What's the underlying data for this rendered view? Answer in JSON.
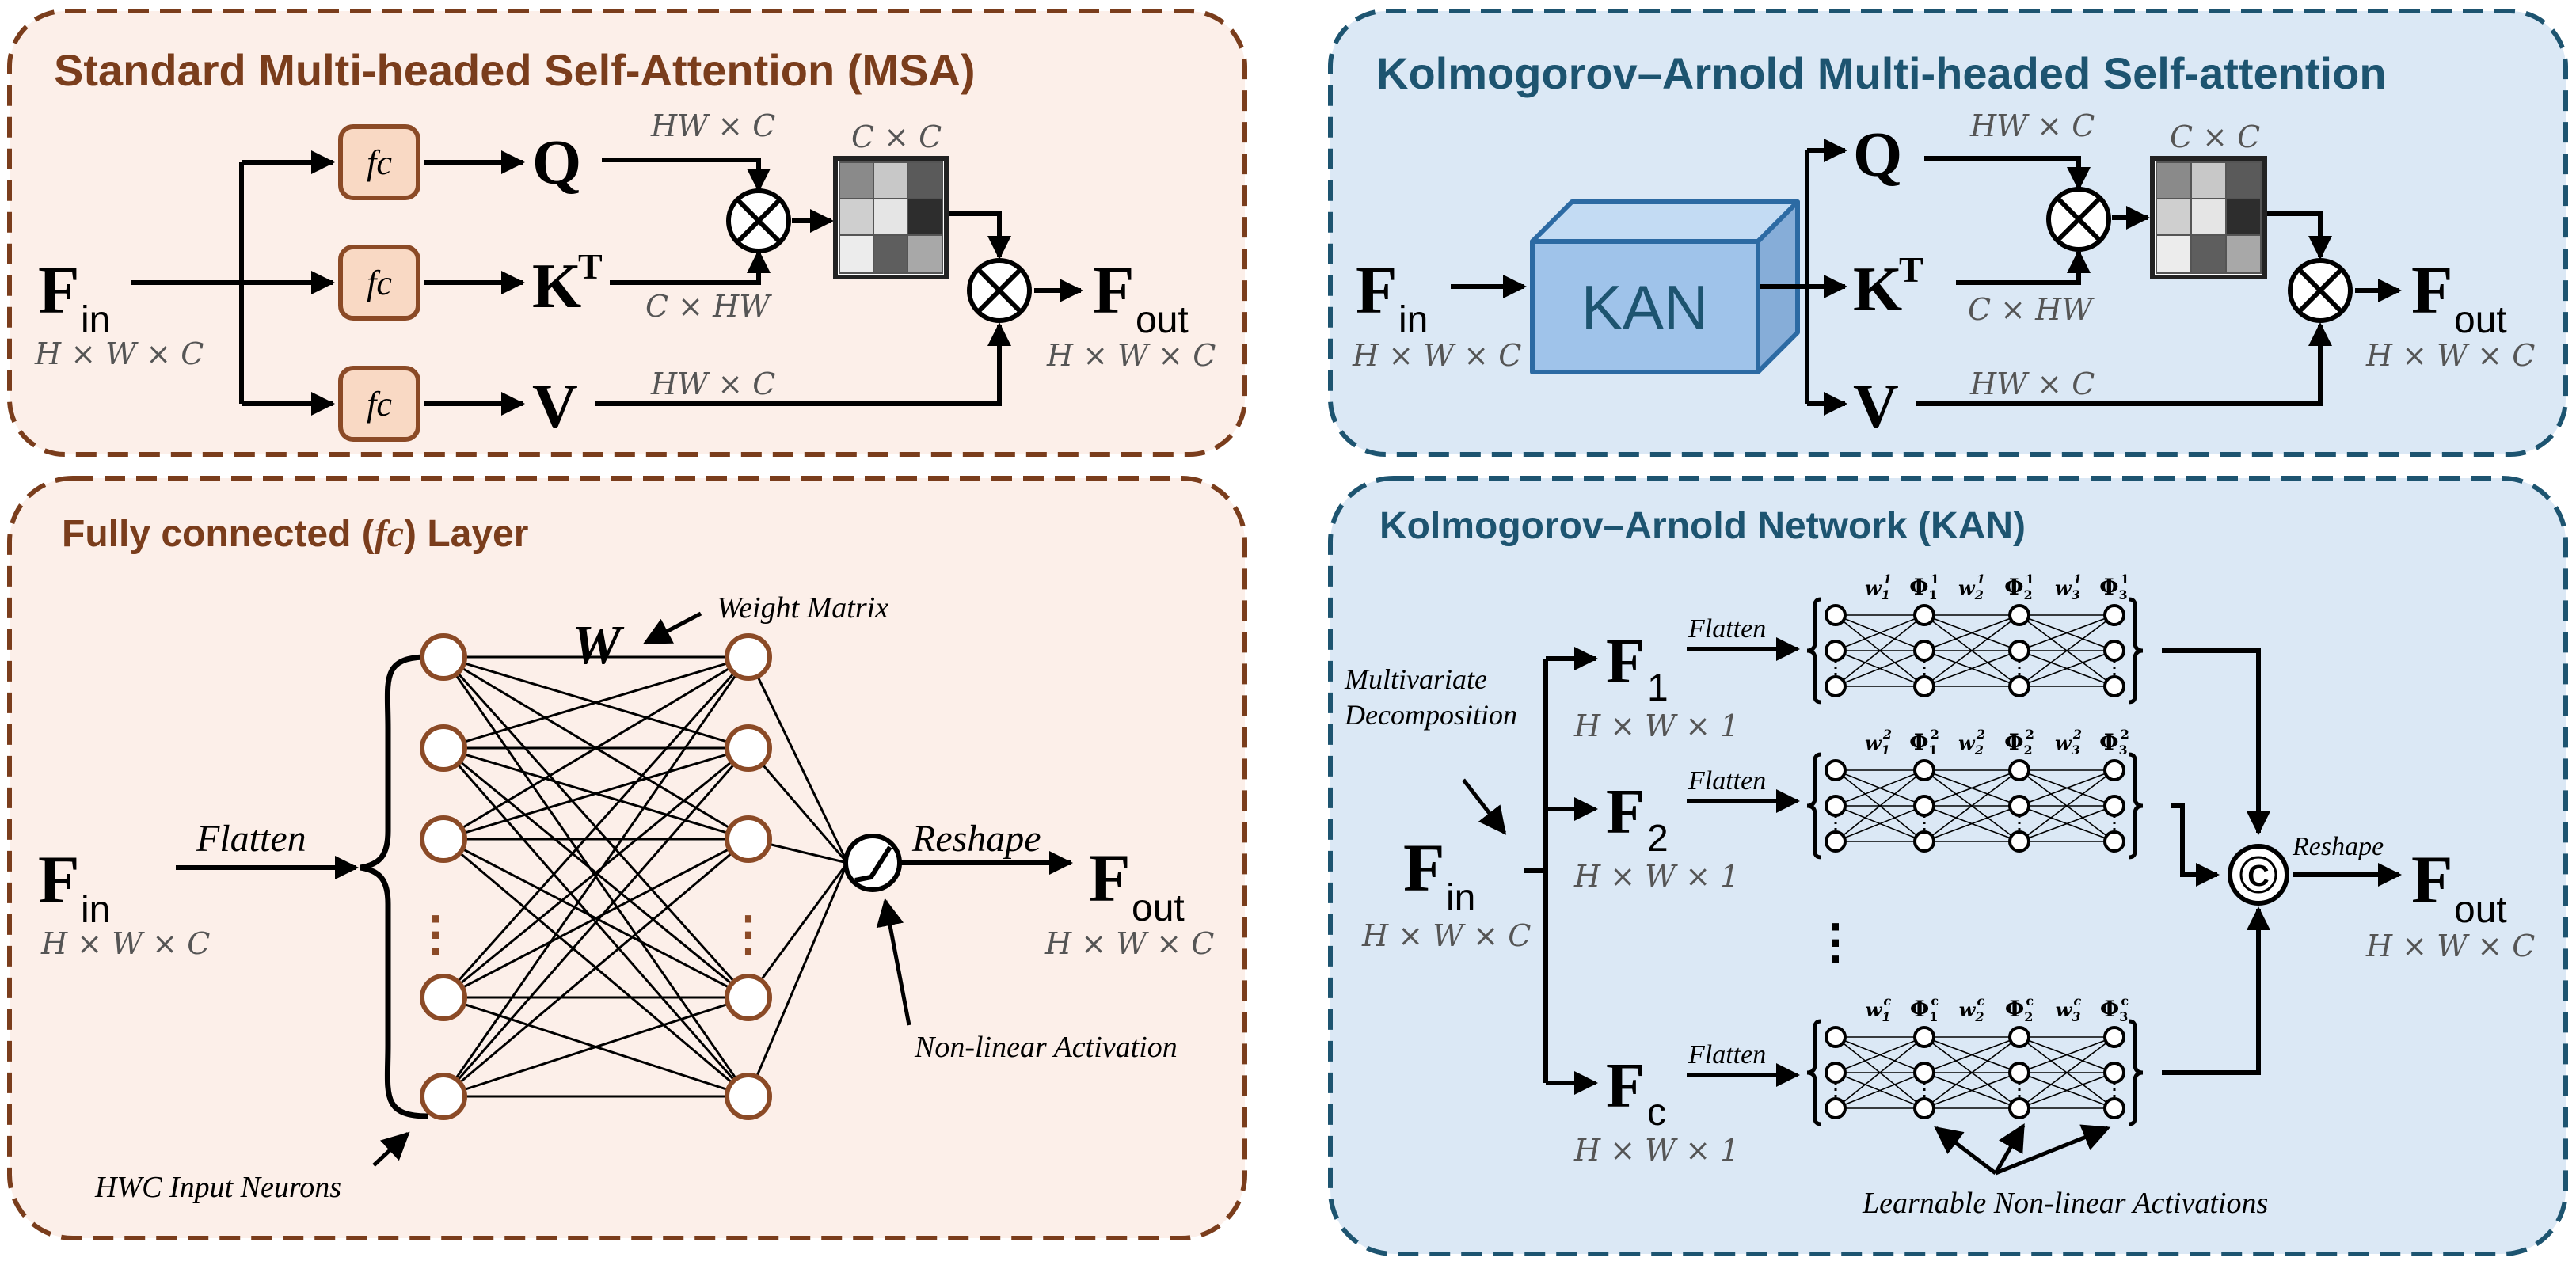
{
  "colors": {
    "msa_border": "#7a3d1c",
    "msa_fill": "#fcefe9",
    "msa_title": "#7a3d1c",
    "kan_border": "#1d5470",
    "kan_fill": "#dbe8f5",
    "kan_title": "#1d5470",
    "fc_box_fill": "#f9d9c4",
    "fc_box_border": "#8b4a26",
    "kan_cube_front": "#9fc3ea",
    "kan_cube_top": "#c3dbf3",
    "kan_cube_side": "#86add8",
    "kan_cube_border": "#2c6aa3",
    "neuron_border": "#8b4a26"
  },
  "panels": {
    "msa": {
      "title": "Standard Multi-headed Self-Attention (MSA)",
      "fin": "F",
      "fin_sub": "in",
      "fin_dim": "H × W × C",
      "fc": "fc",
      "q": "Q",
      "k": "K",
      "k_sup": "T",
      "v": "V",
      "q_dim": "HW × C",
      "k_dim": "C × HW",
      "v_dim": "HW × C",
      "mat_dim": "C × C",
      "fout": "F",
      "fout_sub": "out",
      "fout_dim": "H × W × C"
    },
    "kmsa": {
      "title": "Kolmogorov–Arnold Multi-headed Self-attention",
      "fin": "F",
      "fin_sub": "in",
      "fin_dim": "H × W × C",
      "kan_label": "KAN",
      "q": "Q",
      "k": "K",
      "k_sup": "T",
      "v": "V",
      "q_dim": "HW × C",
      "k_dim": "C × HW",
      "v_dim": "HW × C",
      "mat_dim": "C × C",
      "fout": "F",
      "fout_sub": "out",
      "fout_dim": "H × W × C"
    },
    "fcl": {
      "title_pre": "Fully connected (",
      "title_fc": "fc",
      "title_post": ") Layer",
      "weight_symbol": "W",
      "weight_label": "Weight Matrix",
      "flatten": "Flatten",
      "reshape": "Reshape",
      "activation": "Non-linear Activation",
      "input_neurons": "HWC Input Neurons",
      "fin": "F",
      "fin_sub": "in",
      "fin_dim": "H × W × C",
      "fout": "F",
      "fout_sub": "out",
      "fout_dim": "H × W × C",
      "dots": "⋮"
    },
    "kan": {
      "title": "Kolmogorov–Arnold Network (KAN)",
      "fin": "F",
      "fin_sub": "in",
      "fin_dim": "H × W × C",
      "decomp_line1": "Multivariate",
      "decomp_line2": "Decomposition",
      "f1": "F",
      "f1_sub": "1",
      "f2": "F",
      "f2_sub": "2",
      "fc": "F",
      "fc_sub": "c",
      "f_dim": "H × W × 1",
      "flatten": "Flatten",
      "reshape": "Reshape",
      "concat": "C",
      "learnable": "Learnable Non-linear Activations",
      "fout": "F",
      "fout_sub": "out",
      "fout_dim": "H × W × C",
      "vdots": "⋮",
      "sup1": "1",
      "sup2": "2",
      "supc": "c",
      "w_letter": "w",
      "phi_letter": "Φ",
      "sub_1": "1",
      "sub_2": "2",
      "sub_3": "3"
    }
  }
}
